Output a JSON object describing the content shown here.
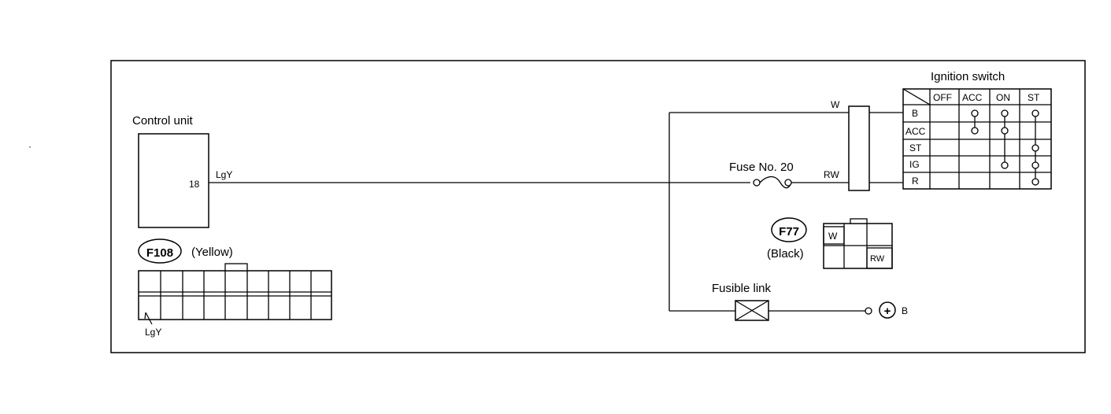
{
  "control_unit": {
    "title": "Control unit",
    "pin": "18",
    "wire_color": "LgY"
  },
  "connector_f108": {
    "id": "F108",
    "color": "(Yellow)",
    "wire_label": "LgY"
  },
  "fuse": {
    "label": "Fuse No. 20"
  },
  "wires": {
    "w": "W",
    "rw": "RW"
  },
  "connector_f77": {
    "id": "F77",
    "color": "(Black)",
    "pin_w": "W",
    "pin_rw": "RW"
  },
  "fusible_link": {
    "label": "Fusible link"
  },
  "battery": {
    "symbol": "+",
    "label": "B"
  },
  "ignition_switch": {
    "title": "Ignition switch",
    "columns": [
      "OFF",
      "ACC",
      "ON",
      "ST"
    ],
    "rows": [
      "B",
      "ACC",
      "ST",
      "IG",
      "R"
    ]
  },
  "stray_mark": "·"
}
